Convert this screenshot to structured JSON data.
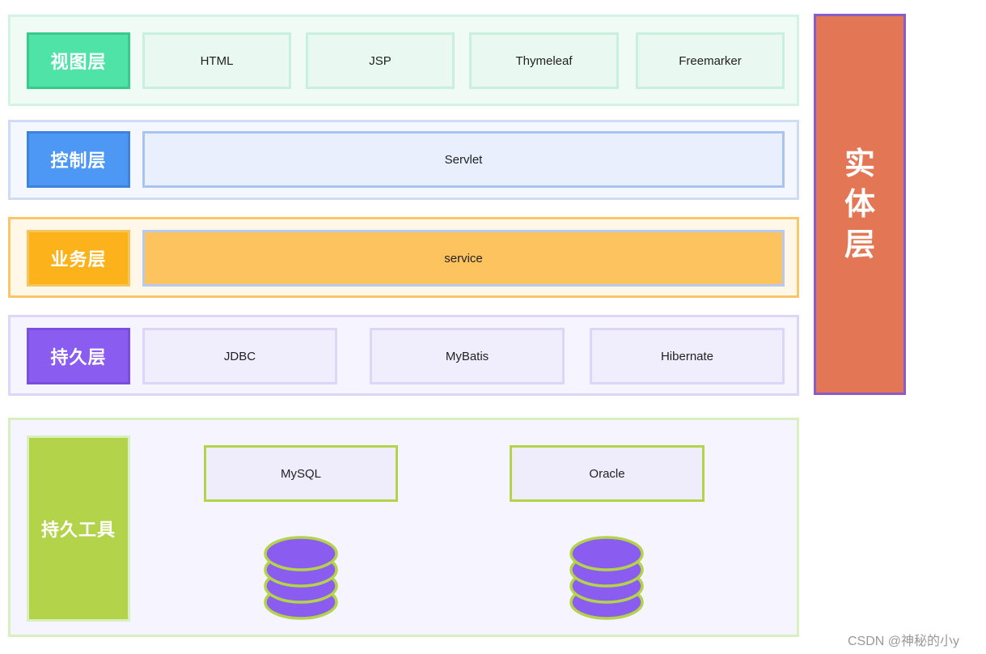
{
  "layers": {
    "view": {
      "label": "视图层",
      "items": [
        "HTML",
        "JSP",
        "Thymeleaf",
        "Freemarker"
      ]
    },
    "control": {
      "label": "控制层",
      "items": [
        "Servlet"
      ]
    },
    "business": {
      "label": "业务层",
      "items": [
        "service"
      ]
    },
    "persistence": {
      "label": "持久层",
      "items": [
        "JDBC",
        "MyBatis",
        "Hibernate"
      ]
    },
    "tools": {
      "label": "持久工具",
      "items": [
        "MySQL",
        "Oracle"
      ]
    }
  },
  "entity": {
    "chars": [
      "实",
      "体",
      "层"
    ]
  },
  "watermark": "CSDN @神秘的小y",
  "icons": [
    "database-icon",
    "database-icon"
  ],
  "colors": {
    "view": "#4fe3a7",
    "control": "#4d97f5",
    "business": "#fcb21b",
    "persistence": "#8b5cf0",
    "tools": "#b3d34a",
    "entity": "#e37655",
    "database": "#8b5cf0"
  }
}
